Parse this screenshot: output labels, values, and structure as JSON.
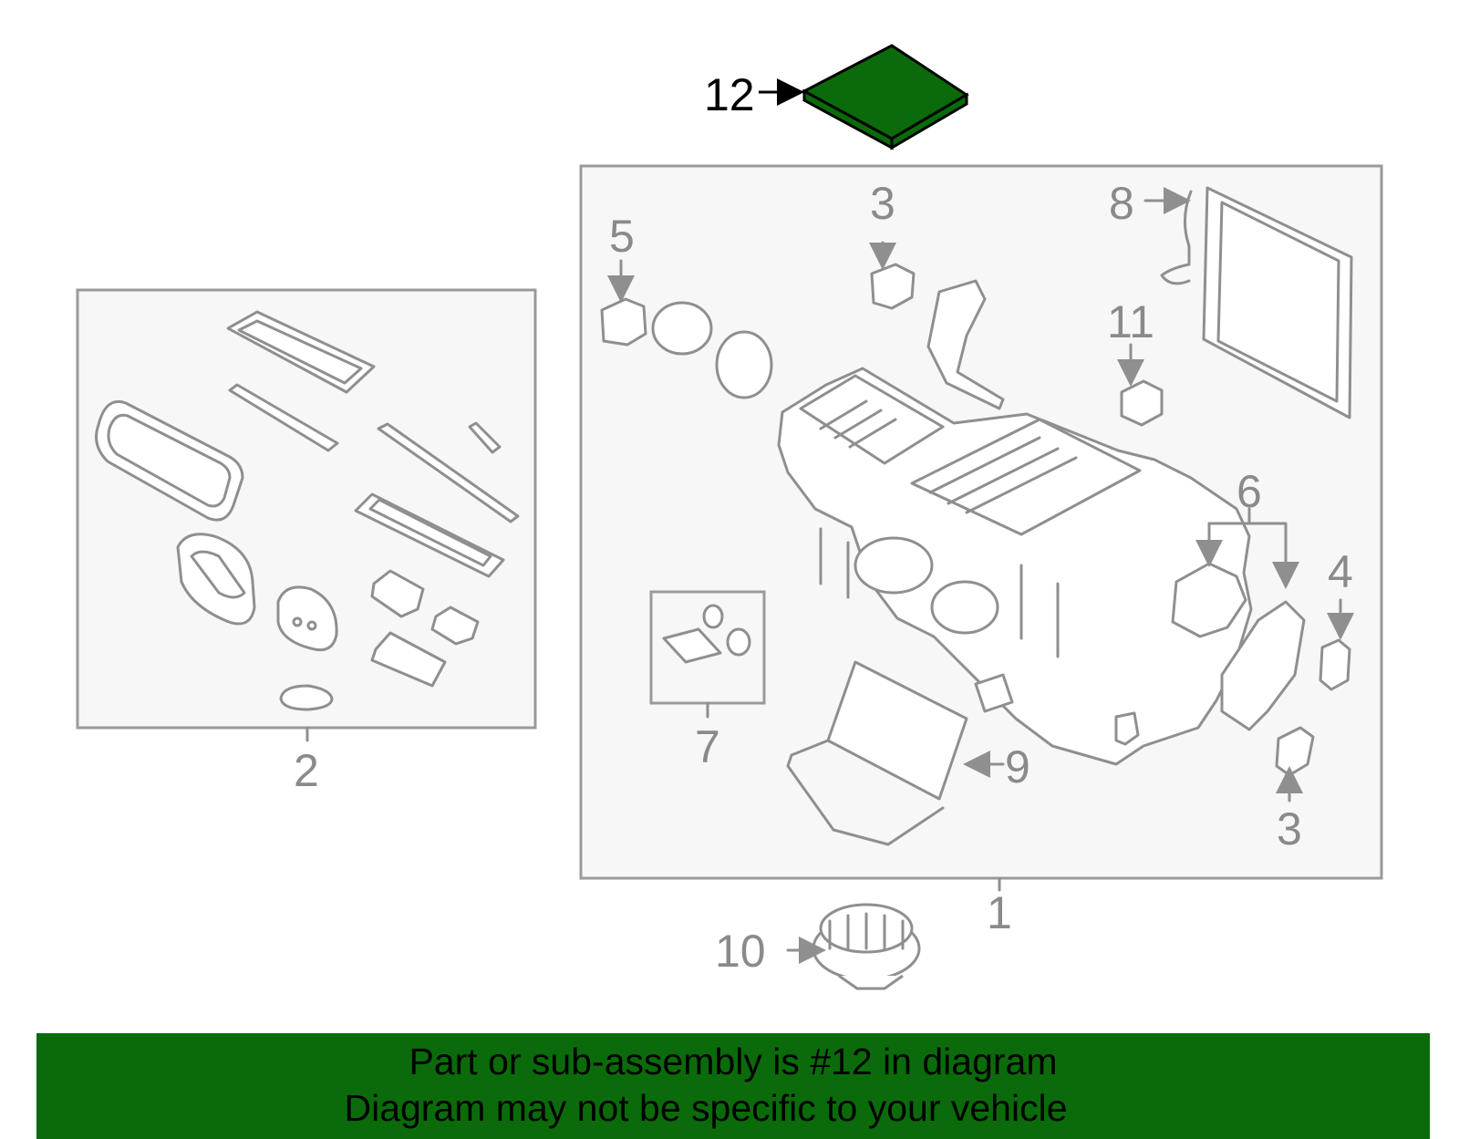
{
  "callouts": {
    "c1": "1",
    "c2": "2",
    "c3_top": "3",
    "c3_bottom": "3",
    "c4": "4",
    "c5": "5",
    "c6": "6",
    "c7": "7",
    "c8": "8",
    "c9": "9",
    "c10": "10",
    "c11": "11",
    "c12": "12"
  },
  "highlight_color": "#0b6b0b",
  "banner": {
    "line1": "Part or sub-assembly is #12 in diagram",
    "line2": "Diagram may not be specific to your vehicle"
  }
}
